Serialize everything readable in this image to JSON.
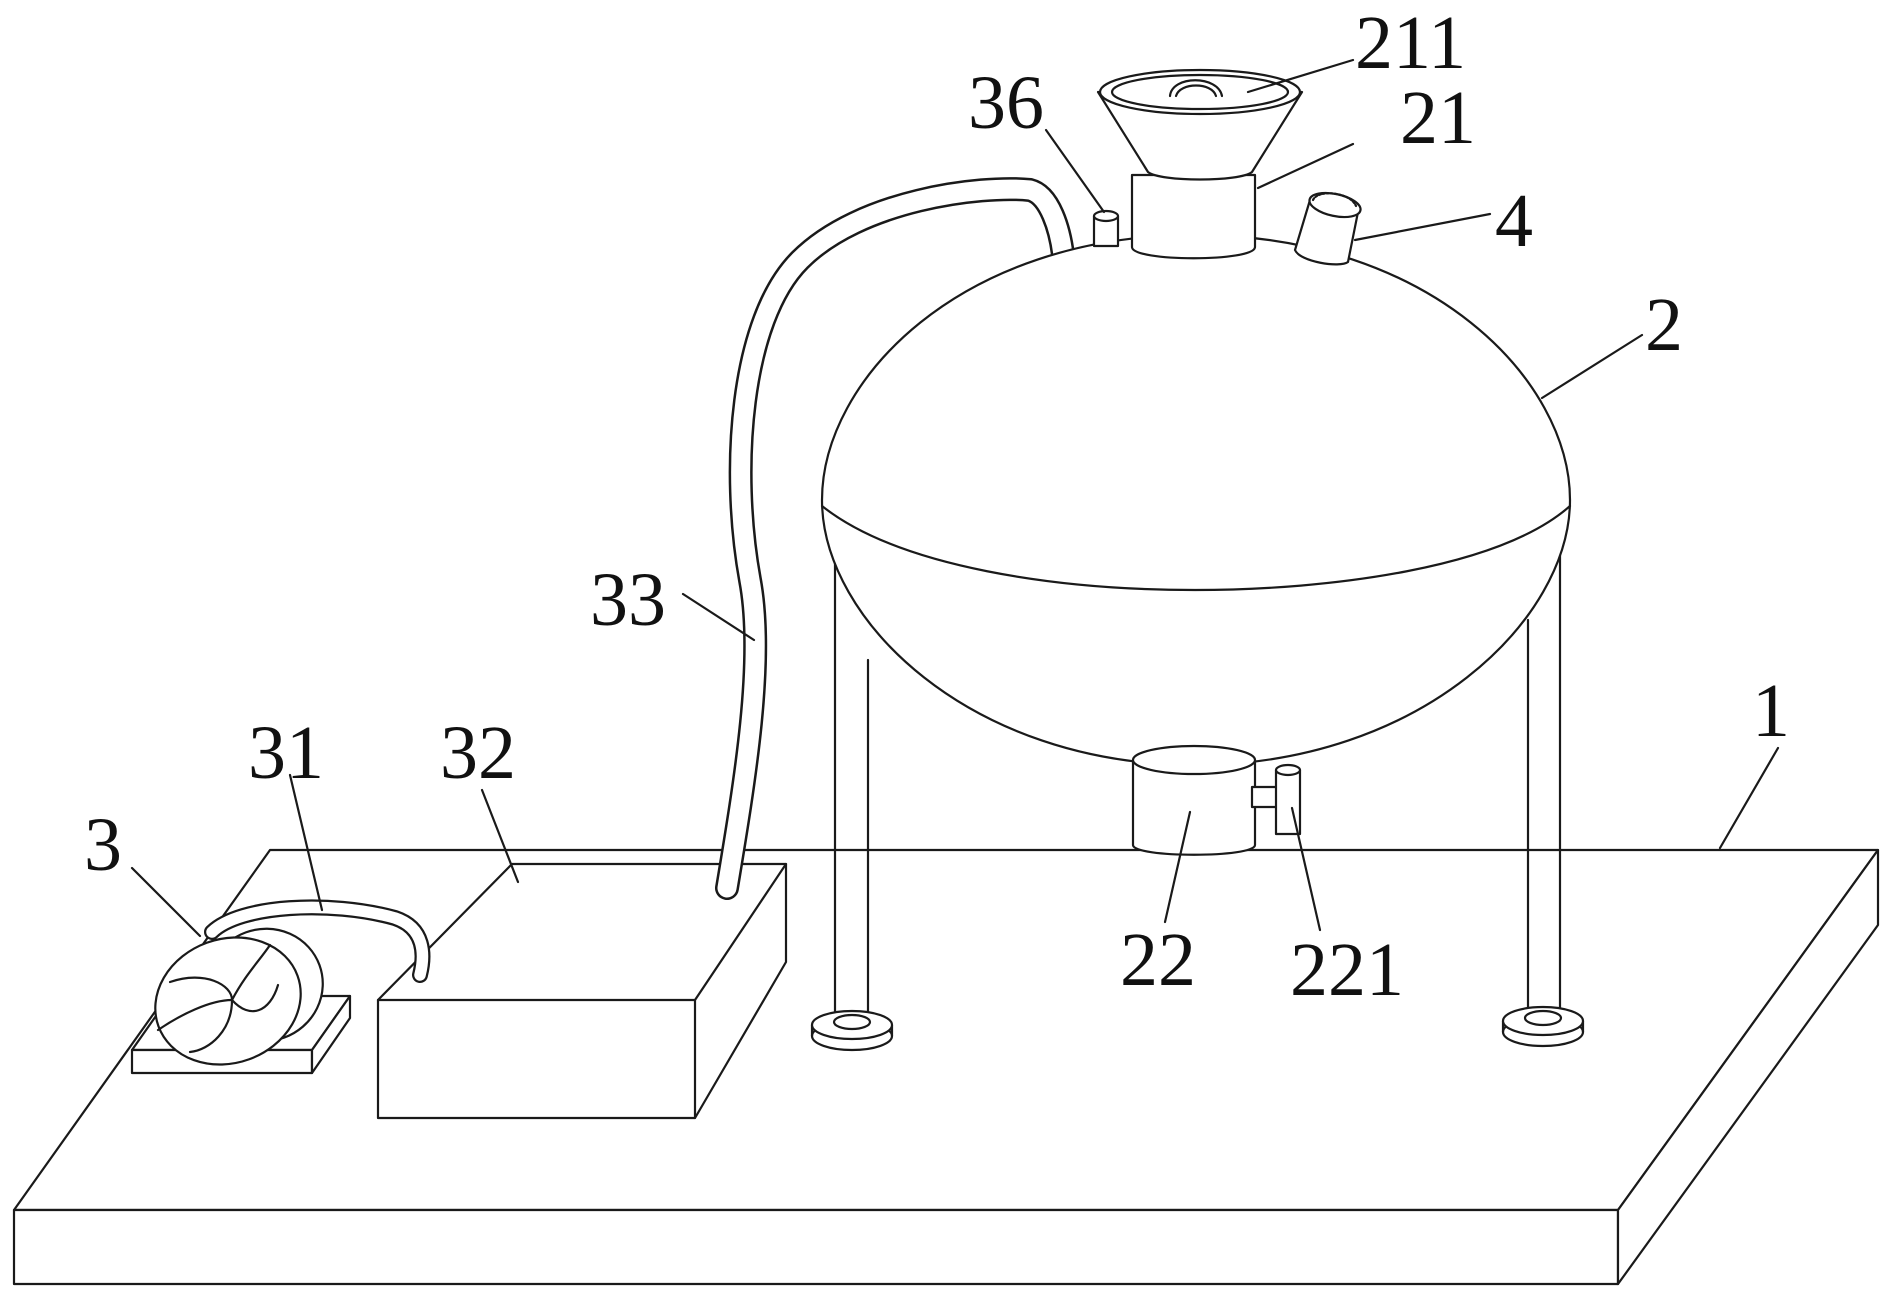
{
  "labels": {
    "l211": "211",
    "l36": "36",
    "l21": "21",
    "l4": "4",
    "l2": "2",
    "l33": "33",
    "l1": "1",
    "l31": "31",
    "l32": "32",
    "l3": "3",
    "l22": "22",
    "l221": "221"
  },
  "colors": {
    "line": "#1a1a1a",
    "background": "#ffffff"
  }
}
